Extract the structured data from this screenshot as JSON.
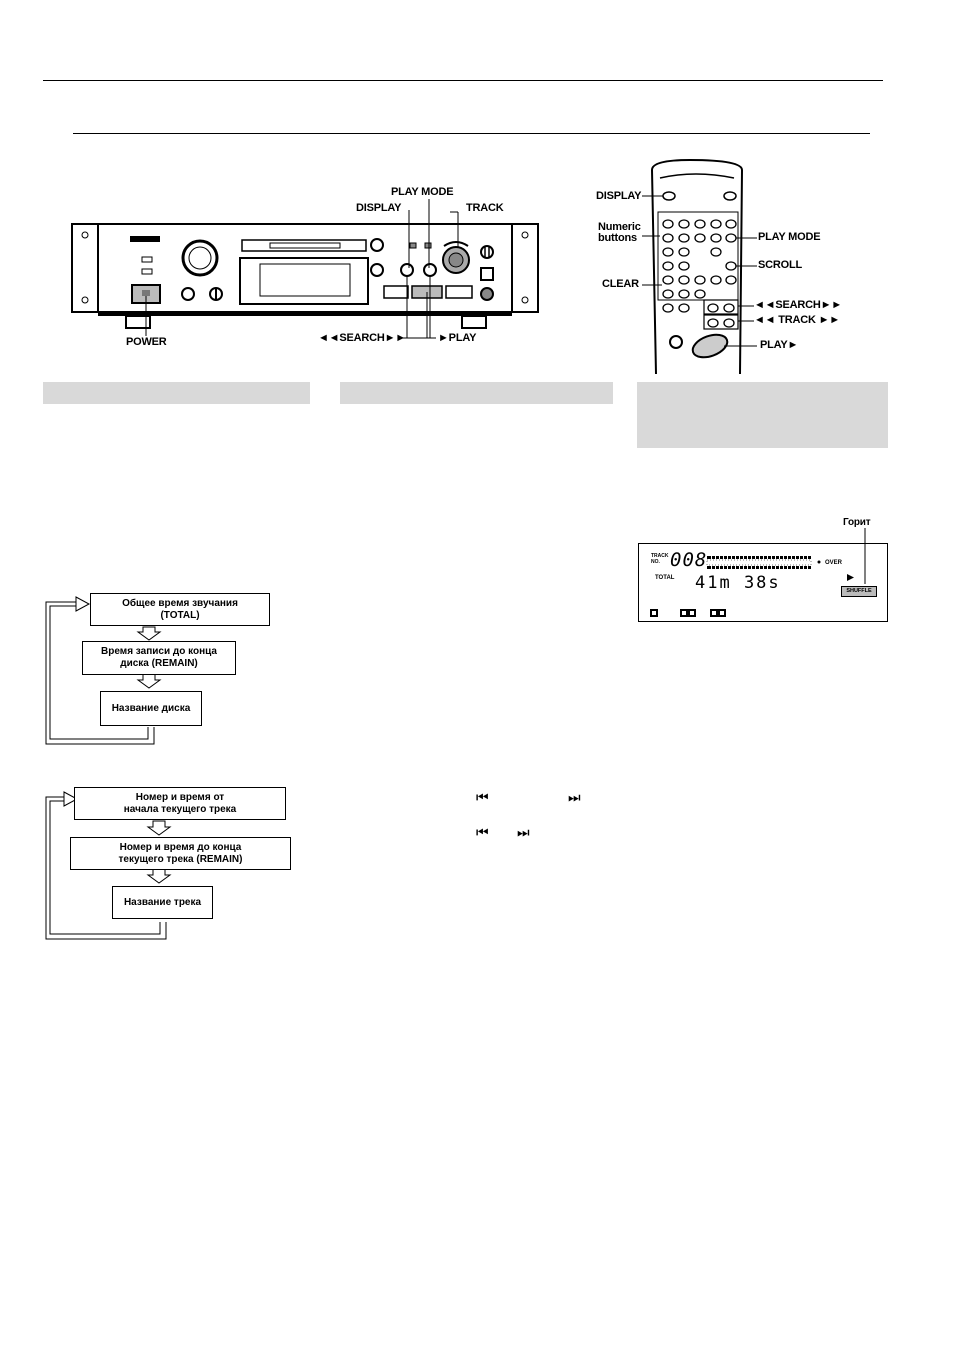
{
  "deck_labels": {
    "play_mode": "PLAY MODE",
    "display": "DISPLAY",
    "track": "TRACK",
    "power": "POWER",
    "search": "◄◄SEARCH►►",
    "play": "►PLAY"
  },
  "remote_labels": {
    "display": "DISPLAY",
    "numeric": "Numeric\nbuttons",
    "play_mode": "PLAY MODE",
    "scroll": "SCROLL",
    "clear": "CLEAR",
    "search": "◄◄SEARCH►►",
    "track": "◄◄ TRACK ►►",
    "play": "PLAY►"
  },
  "lcd": {
    "caption": "Горит",
    "track_label": "TRACK\nNO.",
    "track_number": "008",
    "total_label": "TOTAL",
    "time": "41m 38s",
    "shuffle": "SHUFFLE",
    "over": "OVER"
  },
  "flow_disc": {
    "step1": "Общее время звучания\n(TOTAL)",
    "step2": "Время записи до конца\nдиска (REMAIN)",
    "step3": "Название диска"
  },
  "flow_track": {
    "step1": "Номер и время от\nначала текущего трека",
    "step2": "Номер и время до конца\nтекущего трека (REMAIN)",
    "step3": "Название трека"
  },
  "icons": {
    "skip_back": "⏮",
    "skip_forward": "⏭"
  }
}
